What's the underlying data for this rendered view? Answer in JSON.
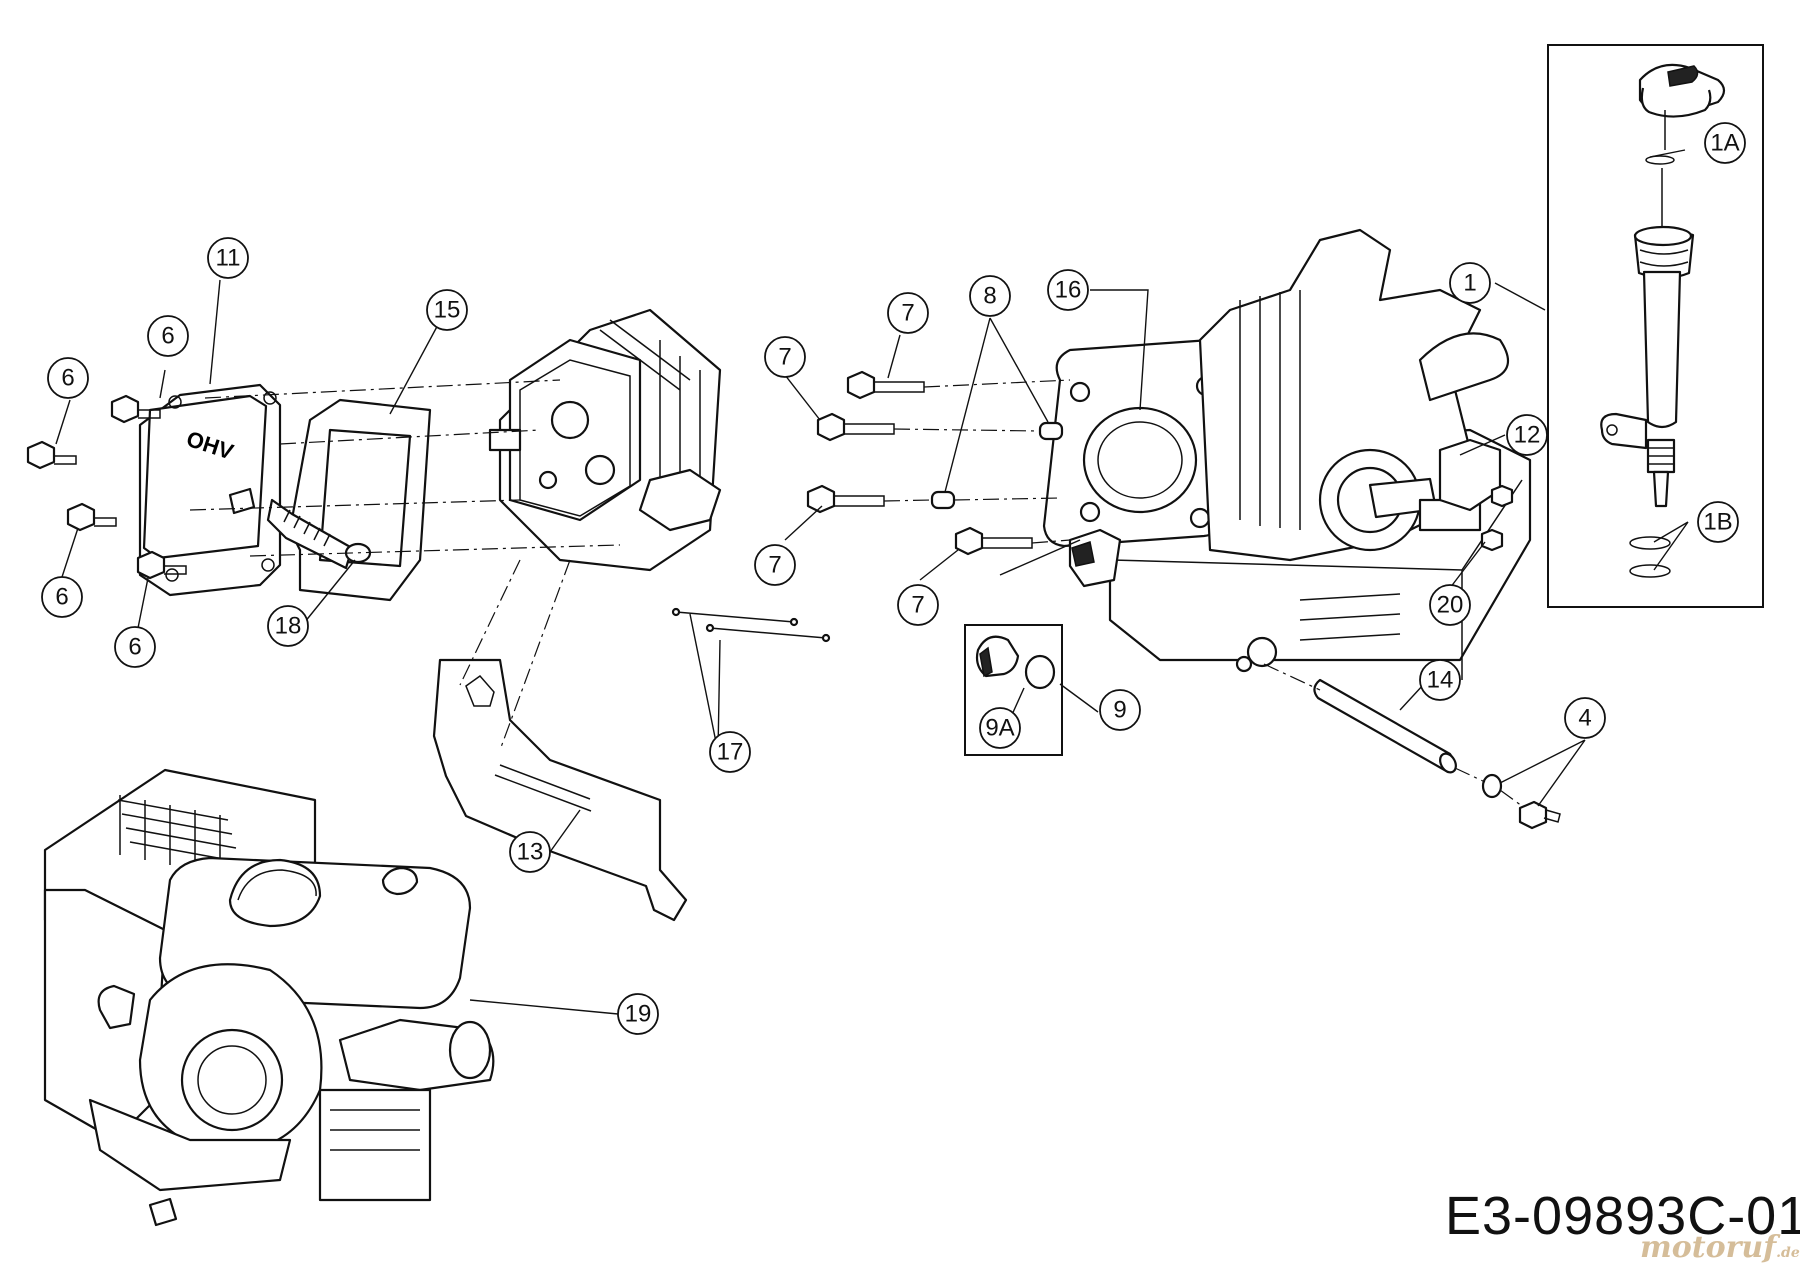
{
  "diagram": {
    "drawing_code": "E3-09893C-01",
    "watermark": "motoruf",
    "watermark_tld": ".de",
    "callouts": [
      {
        "id": "c-1A",
        "label": "1A"
      },
      {
        "id": "c-1B",
        "label": "1B"
      },
      {
        "id": "c-1",
        "label": "1"
      },
      {
        "id": "c-4",
        "label": "4"
      },
      {
        "id": "c-6a",
        "label": "6"
      },
      {
        "id": "c-6b",
        "label": "6"
      },
      {
        "id": "c-6c",
        "label": "6"
      },
      {
        "id": "c-6d",
        "label": "6"
      },
      {
        "id": "c-7a",
        "label": "7"
      },
      {
        "id": "c-7b",
        "label": "7"
      },
      {
        "id": "c-7c",
        "label": "7"
      },
      {
        "id": "c-7d",
        "label": "7"
      },
      {
        "id": "c-8",
        "label": "8"
      },
      {
        "id": "c-9",
        "label": "9"
      },
      {
        "id": "c-9A",
        "label": "9A"
      },
      {
        "id": "c-11",
        "label": "11"
      },
      {
        "id": "c-12",
        "label": "12"
      },
      {
        "id": "c-13",
        "label": "13"
      },
      {
        "id": "c-14",
        "label": "14"
      },
      {
        "id": "c-15",
        "label": "15"
      },
      {
        "id": "c-16",
        "label": "16"
      },
      {
        "id": "c-17",
        "label": "17"
      },
      {
        "id": "c-18",
        "label": "18"
      },
      {
        "id": "c-19",
        "label": "19"
      },
      {
        "id": "c-20",
        "label": "20"
      }
    ],
    "parts": {
      "valve_cover_marking": "OHV"
    }
  }
}
